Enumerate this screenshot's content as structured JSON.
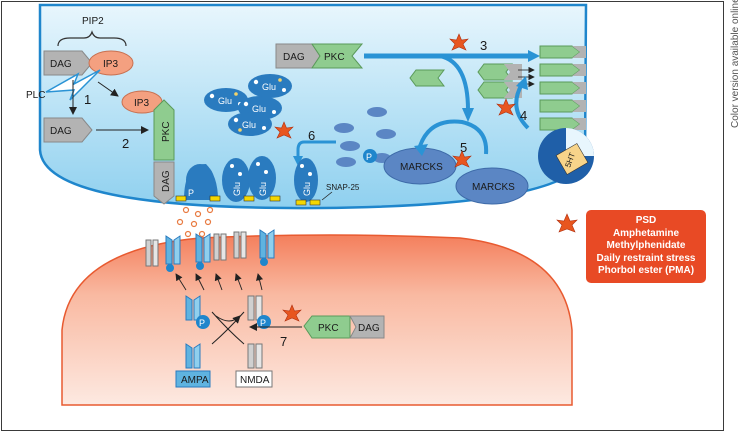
{
  "labels": {
    "pip2": "PIP2",
    "plc": "PLC",
    "dag": "DAG",
    "ip3": "IP3",
    "pkc": "PKC",
    "glu": "Glu",
    "p": "P",
    "marcks": "MARCKS",
    "snap25": "SNAP-25",
    "ht5": "5HT",
    "ampa": "AMPA",
    "nmda": "NMDA",
    "side_note": "Color version available online"
  },
  "steps": [
    "1",
    "2",
    "3",
    "4",
    "5",
    "6",
    "7"
  ],
  "legend": {
    "items": [
      "PSD",
      "Amphetamine",
      "Methylphenidate",
      "Daily restraint stress",
      "Phorbol ester (PMA)"
    ]
  },
  "colors": {
    "presynaptic": "#a8dcf4",
    "postsynaptic": "#f6a88a",
    "pkc_green": "#8fcc8f",
    "dag_gray": "#b3b3b3",
    "ip3_salmon": "#f4a080",
    "vesicle": "#2a7bbf",
    "legend": "#e84a25",
    "star": "#e8561f",
    "arrow": "#2a93d5"
  }
}
